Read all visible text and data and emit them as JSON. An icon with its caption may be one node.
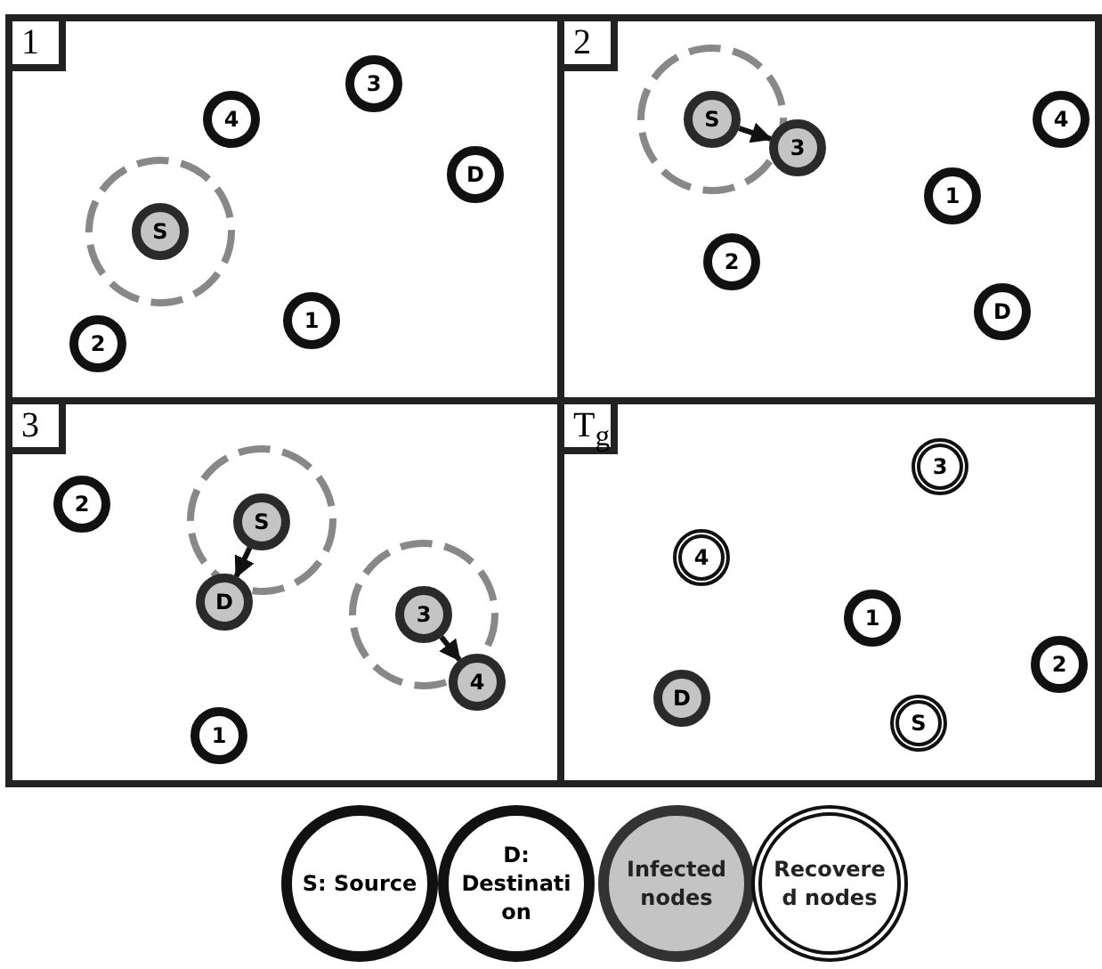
{
  "diagram": {
    "nodes": [
      {
        "text": [
          "1"
        ]
      },
      {
        "text": [
          "3"
        ],
        "in": 0
      },
      {
        "text": [
          "4"
        ],
        "in": 0
      },
      {
        "text": [
          "D"
        ],
        "in": 0
      },
      {
        "text": [
          "S"
        ],
        "in": 0
      },
      {
        "text": [
          "1"
        ],
        "in": 0
      },
      {
        "text": [
          "2"
        ],
        "in": 0
      },
      {
        "text": [
          "2"
        ]
      },
      {
        "text": [
          "S"
        ],
        "in": 7
      },
      {
        "text": [
          "4"
        ],
        "in": 7
      },
      {
        "text": [
          "3"
        ],
        "in": 7
      },
      {
        "text": [
          "1"
        ],
        "in": 7
      },
      {
        "text": [
          "2"
        ],
        "in": 7
      },
      {
        "text": [
          "D"
        ],
        "in": 7
      },
      {
        "text": [
          "3"
        ]
      },
      {
        "text": [
          "2"
        ],
        "in": 14
      },
      {
        "text": [
          "S"
        ],
        "in": 14
      },
      {
        "text": [
          "D"
        ],
        "in": 14
      },
      {
        "text": [
          "3"
        ],
        "in": 14
      },
      {
        "text": [
          "4"
        ],
        "in": 14
      },
      {
        "text": [
          "1"
        ],
        "in": 14
      },
      {
        "text": [
          "T$_{g}$"
        ]
      },
      {
        "text": [
          "3"
        ],
        "in": 21
      },
      {
        "text": [
          "4"
        ],
        "in": 21
      },
      {
        "text": [
          "1"
        ],
        "in": 21
      },
      {
        "text": [
          "2"
        ],
        "in": 21
      },
      {
        "text": [
          "D"
        ],
        "in": 21
      },
      {
        "text": [
          "S"
        ],
        "in": 21
      }
    ],
    "edges": [
      {
        "from": 8,
        "to": 10,
        "arrow": "to"
      },
      {
        "from": 16,
        "to": 17,
        "arrow": "to"
      },
      {
        "from": 18,
        "to": 19,
        "arrow": "to"
      }
    ],
    "legend": [
      {
        "text": "S: Source"
      },
      {
        "text": "D: Destination"
      },
      {
        "text": "Infected nodes"
      },
      {
        "text": "Recovered nodes"
      }
    ]
  }
}
